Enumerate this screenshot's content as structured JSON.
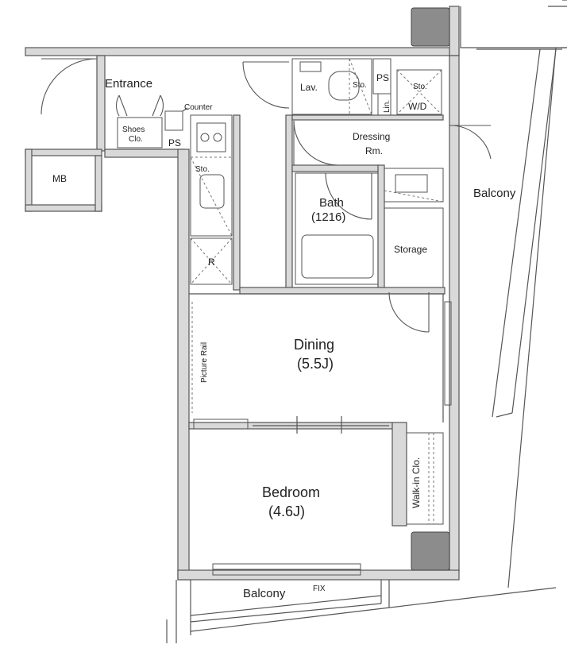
{
  "rooms": {
    "entrance": "Entrance",
    "counter": "Counter",
    "shoes_line1": "Shoes",
    "shoes_line2": "Clo.",
    "ps_entrance": "PS",
    "mb": "MB",
    "lav": "Lav.",
    "sto_lav": "Sto.",
    "ps_top": "PS",
    "lin": "Lin.",
    "sto_wd": "Sto.",
    "wd": "W/D",
    "dressing_line1": "Dressing",
    "dressing_line2": "Rm.",
    "sto_kitchen": "Sto.",
    "refrigerator": "R",
    "bath_line1": "Bath",
    "bath_line2": "(1216)",
    "storage": "Storage",
    "balcony_right": "Balcony",
    "dining_line1": "Dining",
    "dining_line2": "(5.5J)",
    "picture_rail": "Picture Rail",
    "walkin": "Walk-in Clo.",
    "bedroom_line1": "Bedroom",
    "bedroom_line2": "(4.6J)",
    "balcony_bottom": "Balcony",
    "fix": "FIX"
  },
  "colors": {
    "wall": "#d9d9d9",
    "column": "#8c8c8c",
    "line": "#555555"
  }
}
